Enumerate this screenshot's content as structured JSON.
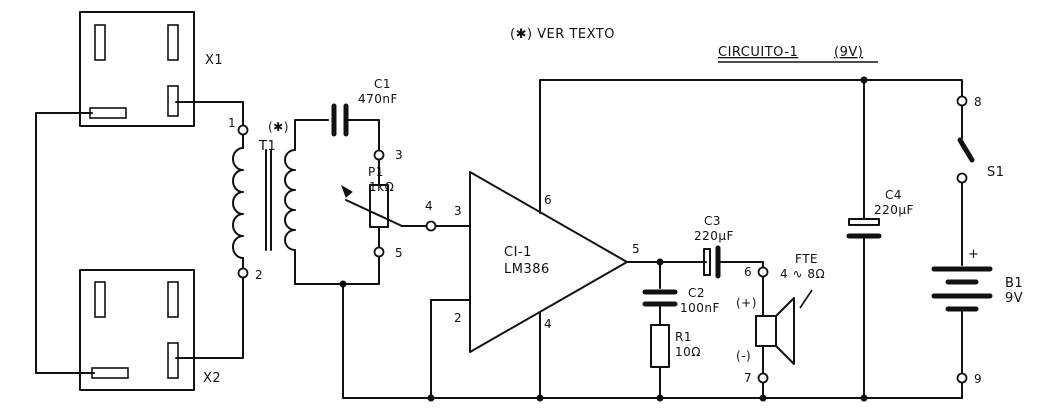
{
  "note": "(✱) VER TEXTO",
  "title": {
    "circuit": "CIRCUITO-1",
    "voltage": "(9V)"
  },
  "components": {
    "x1": "X1",
    "x2": "X2",
    "t1": {
      "ref": "T1",
      "mark": "(✱)"
    },
    "c1": {
      "ref": "C1",
      "value": "470nF"
    },
    "p1": {
      "ref": "P1",
      "value": "1kΩ"
    },
    "ic": {
      "ref": "CI-1",
      "part": "LM386"
    },
    "c2": {
      "ref": "C2",
      "value": "100nF"
    },
    "c3": {
      "ref": "C3",
      "value": "220µF"
    },
    "r1": {
      "ref": "R1",
      "value": "10Ω"
    },
    "fte": {
      "ref": "FTE",
      "value": "4 ∿ 8Ω",
      "plus": "(+)",
      "minus": "(-)"
    },
    "c4": {
      "ref": "C4",
      "value": "220µF"
    },
    "s1": "S1",
    "b1": {
      "ref": "B1",
      "value": "9V",
      "plus": "+"
    }
  },
  "pins": {
    "t1_1": "1",
    "t1_2": "2",
    "p1_3": "3",
    "p1_4": "4",
    "p1_5": "5",
    "ic_3": "3",
    "ic_6": "6",
    "ic_5": "5",
    "ic_2": "2",
    "ic_4": "4",
    "fte_6": "6",
    "fte_7": "7",
    "b_8": "8",
    "b_9": "9"
  }
}
